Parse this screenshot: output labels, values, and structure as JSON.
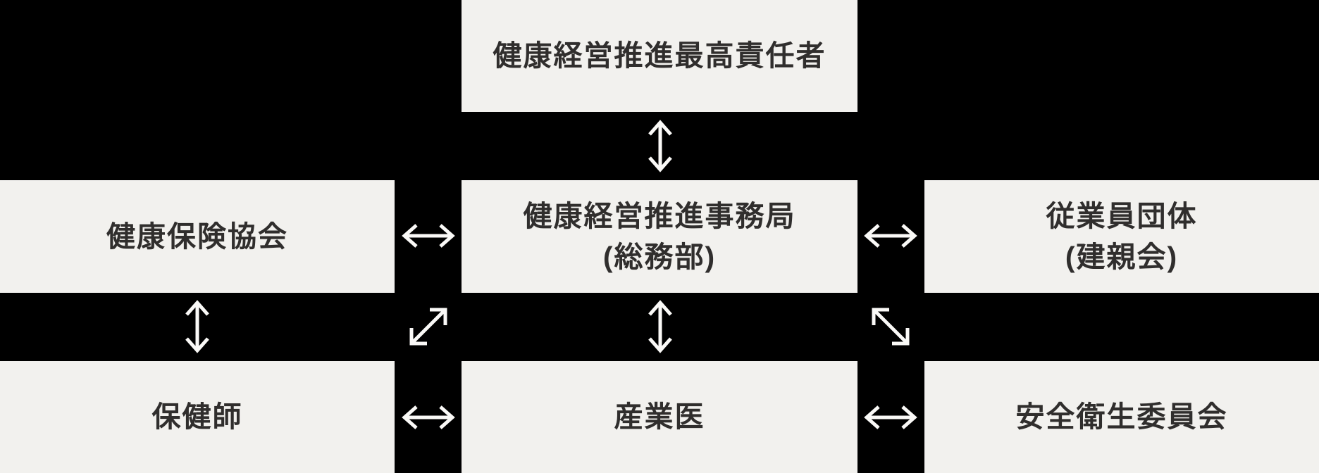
{
  "diagram": {
    "type": "health-management-org-structure",
    "nodes": {
      "chief": {
        "label": "健康経営推進最高責任者"
      },
      "insurance_association": {
        "label": "健康保険協会"
      },
      "promotion_office": {
        "label_line1": "健康経営推進事務局",
        "label_line2": "(総務部)"
      },
      "employee_group": {
        "label_line1": "従業員団体",
        "label_line2": "(建親会)"
      },
      "public_health_nurse": {
        "label": "保健師"
      },
      "occupational_physician": {
        "label": "産業医"
      },
      "safety_committee": {
        "label": "安全衛生委員会"
      }
    },
    "connections": [
      {
        "from": "chief",
        "to": "promotion_office",
        "style": "bidirectional-vertical"
      },
      {
        "from": "insurance_association",
        "to": "promotion_office",
        "style": "bidirectional-horizontal"
      },
      {
        "from": "promotion_office",
        "to": "employee_group",
        "style": "bidirectional-horizontal"
      },
      {
        "from": "insurance_association",
        "to": "public_health_nurse",
        "style": "bidirectional-vertical"
      },
      {
        "from": "promotion_office",
        "to": "occupational_physician",
        "style": "bidirectional-vertical"
      },
      {
        "from": "promotion_office",
        "to": "public_health_nurse",
        "style": "bidirectional-diagonal"
      },
      {
        "from": "promotion_office",
        "to": "safety_committee",
        "style": "bidirectional-diagonal"
      },
      {
        "from": "public_health_nurse",
        "to": "occupational_physician",
        "style": "bidirectional-horizontal"
      },
      {
        "from": "occupational_physician",
        "to": "safety_committee",
        "style": "bidirectional-horizontal"
      }
    ],
    "colors": {
      "background": "#000000",
      "box_fill": "#f2f1ee",
      "text": "#302e2d",
      "arrow": "#faf9f7"
    }
  }
}
